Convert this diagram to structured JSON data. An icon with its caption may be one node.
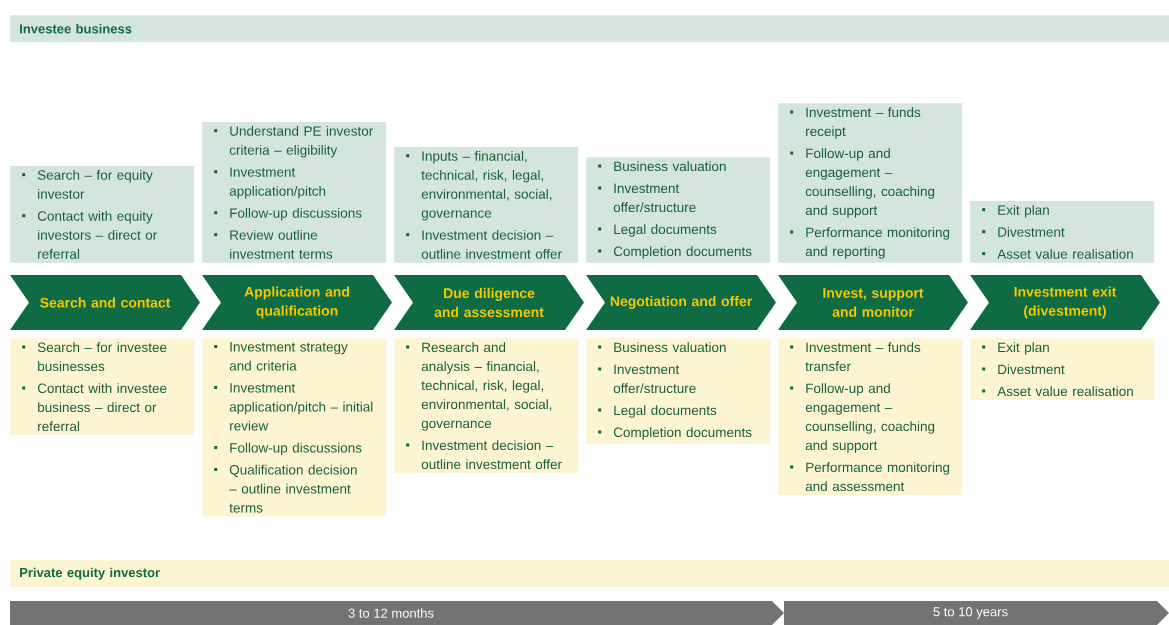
{
  "diagram": {
    "nodes": [
      {
        "text": [
          "Investee business"
        ]
      },
      {
        "text": [
          "Search – for equity investor",
          "Contact with equity investors – direct or referral"
        ]
      },
      {
        "text": [
          "Understand PE investor criteria – eligibility",
          "Investment application/pitch",
          "Follow-up discussions",
          "Review outline investment terms"
        ]
      },
      {
        "text": [
          "Inputs – financial, technical, risk, legal, environmental, social, governance",
          "Investment decision –outline investment offer"
        ]
      },
      {
        "text": [
          "Business valuation",
          "Investment offer/structure",
          "Legal documents",
          "Completion documents"
        ]
      },
      {
        "text": [
          "Investment – funds receipt",
          "Follow-up and engagement – counselling, coaching and support",
          "Performance monitoring and reporting"
        ]
      },
      {
        "text": [
          "Exit plan",
          "Divestment",
          "Asset value realisation"
        ]
      },
      {
        "text": [
          "Search and contact"
        ]
      },
      {
        "text": [
          "Application and qualification"
        ]
      },
      {
        "text": [
          "Due diligence and assessment"
        ]
      },
      {
        "text": [
          "Negotiation and offer"
        ]
      },
      {
        "text": [
          "Invest, support and monitor"
        ]
      },
      {
        "text": [
          "Investment exit (divestment)"
        ]
      },
      {
        "text": [
          "Search – for investee businesses",
          "Contact with investee business – direct or referral"
        ]
      },
      {
        "text": [
          "Investment strategy and criteria",
          "Investment application/pitch – initial review",
          "Follow-up discussions",
          "Qualification decision – outline investment terms"
        ]
      },
      {
        "text": [
          "Research and analysis – financial, technical, risk, legal, environmental, social, governance",
          "Investment decision – outline investment offer"
        ]
      },
      {
        "text": [
          "Business valuation",
          "Investment offer/structure",
          "Legal documents",
          "Completion documents"
        ]
      },
      {
        "text": [
          "Investment – funds transfer",
          "Follow-up and engagement – counselling, coaching and support",
          "Performance monitoring and assessment"
        ]
      },
      {
        "text": [
          "Exit plan",
          "Divestment",
          "Asset value realisation"
        ]
      },
      {
        "text": [
          "Private equity investor"
        ]
      },
      {
        "text": [
          "3 to 12 months"
        ]
      },
      {
        "text": [
          "5 to 10 years"
        ]
      }
    ]
  }
}
